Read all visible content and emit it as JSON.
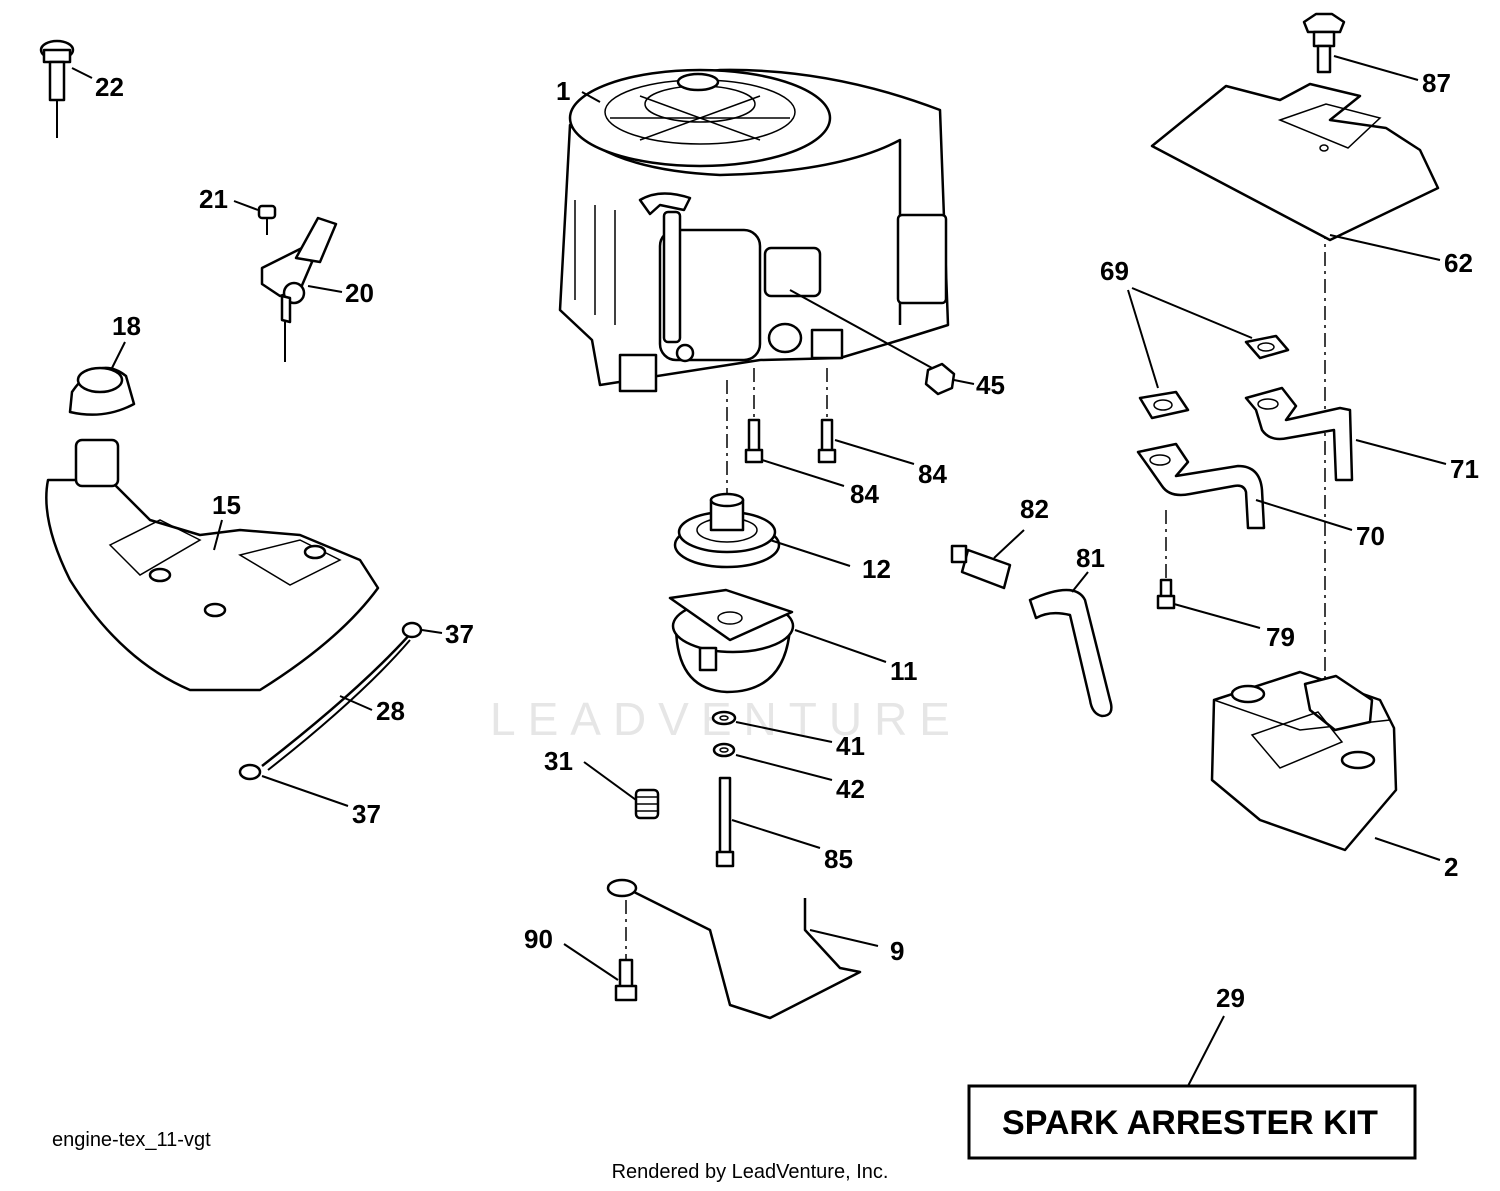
{
  "diagram_code": "engine-tex_11-vgt",
  "watermark": "LEADVENTURE",
  "footer": "Rendered by LeadVenture, Inc.",
  "kit_box": {
    "number": "29",
    "label": "SPARK ARRESTER KIT"
  },
  "callouts": {
    "c1": "1",
    "c2": "2",
    "c9": "9",
    "c11": "11",
    "c12": "12",
    "c15": "15",
    "c18": "18",
    "c20": "20",
    "c21": "21",
    "c22": "22",
    "c28": "28",
    "c31": "31",
    "c37a": "37",
    "c37b": "37",
    "c41": "41",
    "c42": "42",
    "c45": "45",
    "c62": "62",
    "c69": "69",
    "c70": "70",
    "c71": "71",
    "c79": "79",
    "c81": "81",
    "c82": "82",
    "c84a": "84",
    "c84b": "84",
    "c85": "85",
    "c87": "87",
    "c90": "90"
  }
}
